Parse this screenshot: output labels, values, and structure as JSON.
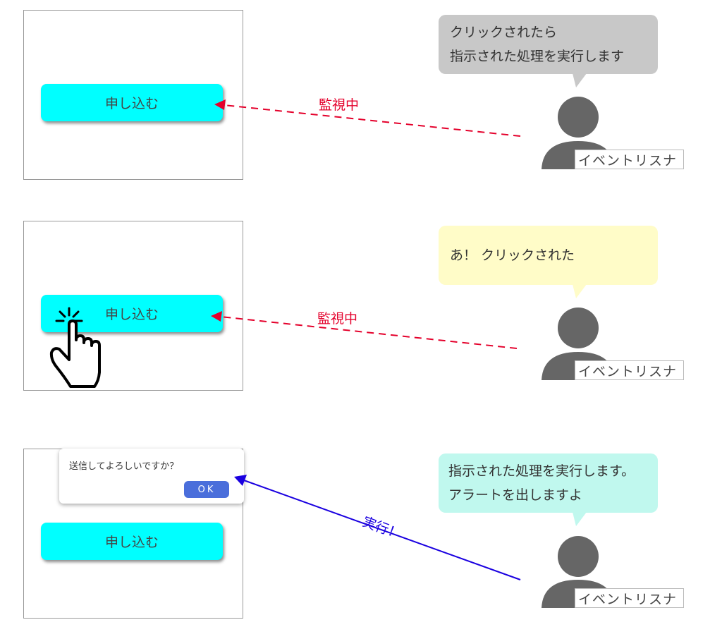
{
  "button_label": "申し込む",
  "listener_label": "イベントリスナ",
  "watching_label": "監視中",
  "execute_label": "実行！",
  "dialog": {
    "message": "送信してよろしいですか？",
    "ok_label": "OK"
  },
  "panels": [
    {
      "bubble_lines": [
        "クリックされたら",
        "指示された処理を実行します"
      ],
      "bubble_color": "#c8c8c8"
    },
    {
      "bubble_lines": [
        "あ！ クリックされた"
      ],
      "bubble_color": "#fffcc8"
    },
    {
      "bubble_lines": [
        "指示された処理を実行します。",
        "アラートを出しますよ"
      ],
      "bubble_color": "#c0f8ee"
    }
  ],
  "colors": {
    "button": "#00ffff",
    "watch_arrow": "#e4002b",
    "execute_arrow": "#1a00e0",
    "person": "#666666"
  }
}
